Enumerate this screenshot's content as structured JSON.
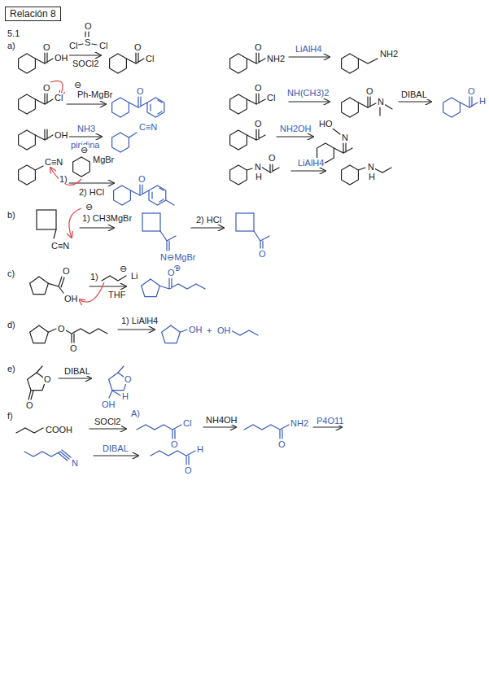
{
  "diagram": {
    "title": "Relación 8",
    "labels": [
      "5.1",
      "a)",
      "O",
      "OH",
      "Cl",
      "O",
      "S",
      "Cl",
      "SOCl2",
      "O",
      "Cl",
      "O",
      "Cl",
      "⊖",
      "Ph-MgBr",
      "O",
      "OH",
      "NH3",
      "piridina",
      "C≡N",
      "C≡N",
      "⊖",
      "MgBr",
      "1)",
      "2) HCl",
      "O",
      "O",
      "NH2",
      "LiAlH4",
      "NH2",
      "O",
      "Cl",
      "NH(CH3)2",
      "O",
      "N",
      "DIBAL",
      "O",
      "H",
      "O",
      "NH2OH",
      "HO",
      "N",
      "N",
      "H",
      "O",
      "LiAlH4",
      "N",
      "H",
      "b)",
      "⊖",
      "1) CH3MgBr",
      "C≡N",
      "N⊖MgBr",
      "⊕",
      "2) HCl",
      "O",
      "c)",
      "O",
      "OH",
      "1)",
      "⊖",
      "Li",
      "THF",
      "O",
      "d)",
      "O",
      "O",
      "1) LiAlH4",
      "OH",
      "+",
      "OH",
      "e)",
      "O",
      "O",
      "DIBAL",
      "O",
      "OH",
      "H",
      "f)",
      "COOH",
      "SOCl2",
      "A)",
      "Cl",
      "O",
      "NH4OH",
      "O",
      "NH2",
      "P4O11",
      "N",
      "DIBAL",
      "O",
      "H"
    ]
  }
}
